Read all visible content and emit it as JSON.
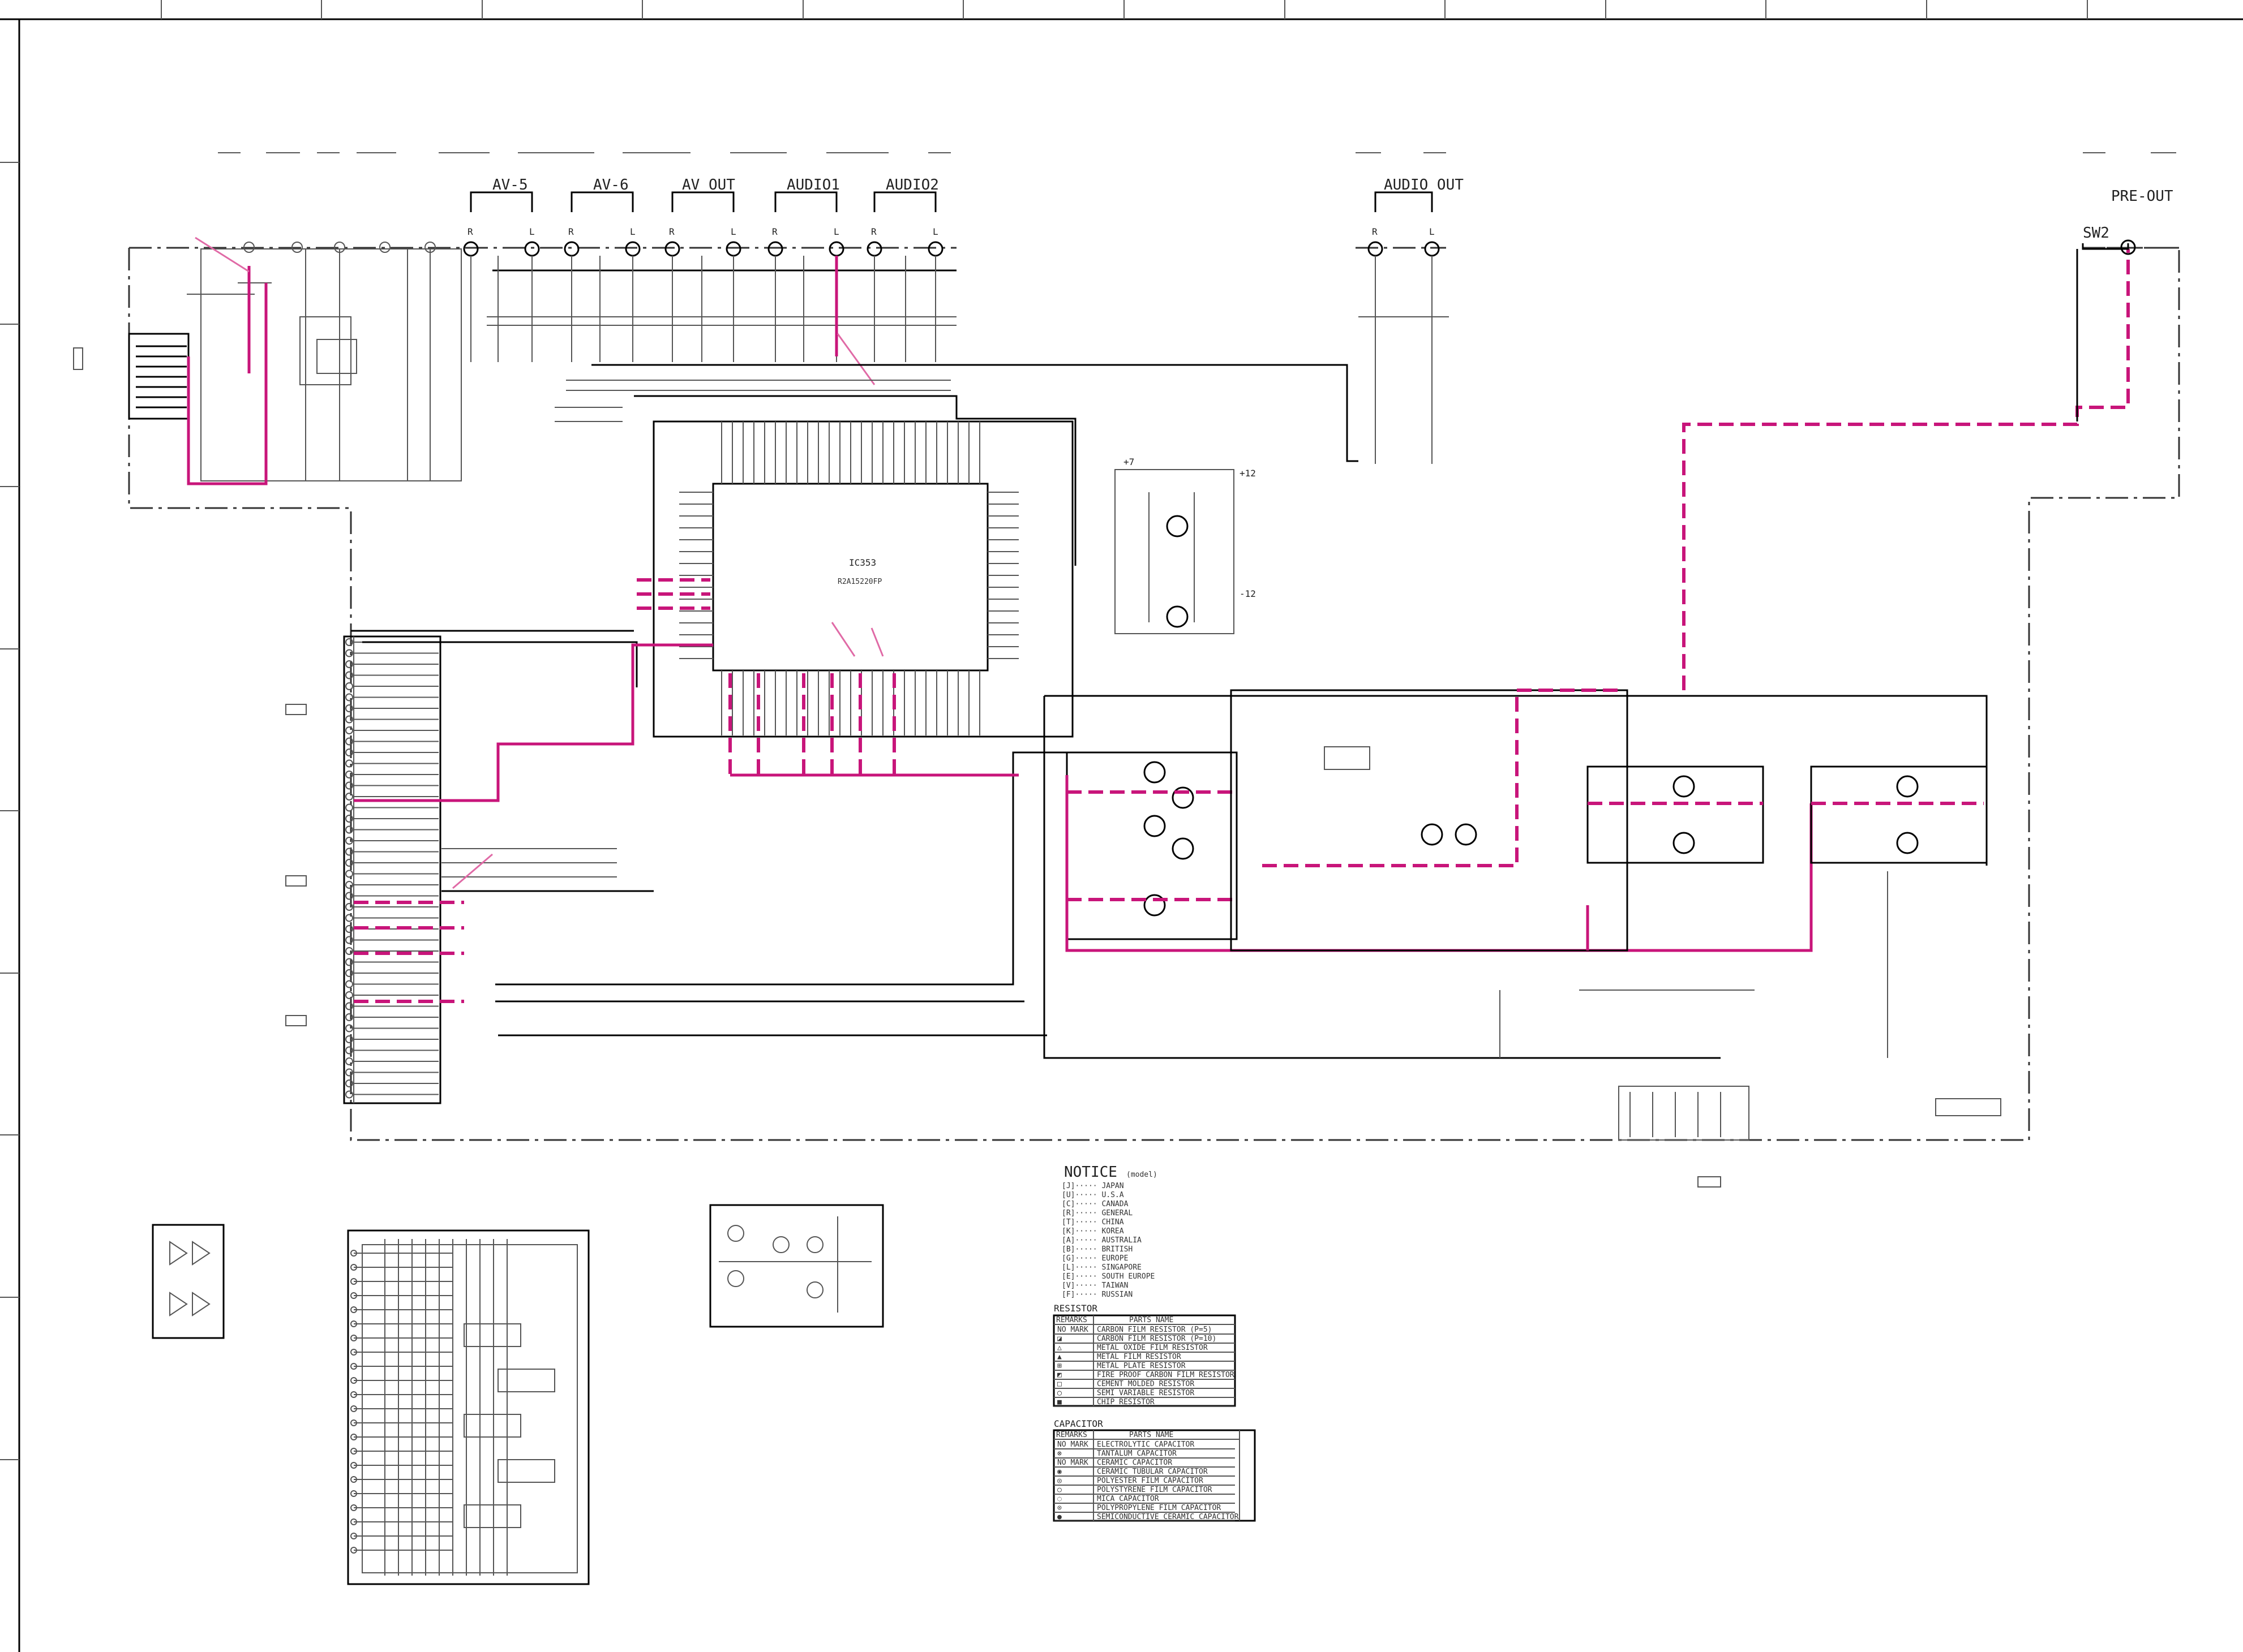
{
  "connectors": {
    "av5": "AV-5",
    "av6": "AV-6",
    "av_out": "AV OUT",
    "audio1": "AUDIO1",
    "audio2": "AUDIO2",
    "audio_out": "AUDIO OUT",
    "pre_out": "PRE-OUT",
    "pre_out_sub": "SW2",
    "r": "R",
    "l": "L"
  },
  "ic": {
    "name": "IC353",
    "part": "R2A15220FP"
  },
  "power": {
    "p12": "+12",
    "m12": "-12",
    "p7": "+7"
  },
  "notice": {
    "title": "NOTICE",
    "subtitle": "(model)",
    "items": [
      "[J]····· JAPAN",
      "[U]····· U.S.A",
      "[C]····· CANADA",
      "[R]····· GENERAL",
      "[T]····· CHINA",
      "[K]····· KOREA",
      "[A]····· AUSTRALIA",
      "[B]····· BRITISH",
      "[G]····· EUROPE",
      "[L]····· SINGAPORE",
      "[E]····· SOUTH EUROPE",
      "[V]····· TAIWAN",
      "[F]····· RUSSIAN"
    ]
  },
  "resistor": {
    "caption": "RESISTOR",
    "head_remarks": "REMARKS",
    "head_parts": "PARTS NAME",
    "rows": [
      {
        "mark": "NO MARK",
        "name": "CARBON FILM RESISTOR   (P=5)"
      },
      {
        "mark": "◪",
        "name": "CARBON FILM RESISTOR   (P=10)"
      },
      {
        "mark": "△",
        "name": "METAL OXIDE FILM RESISTOR"
      },
      {
        "mark": "▲",
        "name": "METAL FILM RESISTOR"
      },
      {
        "mark": "⊞",
        "name": "METAL PLATE RESISTOR"
      },
      {
        "mark": "◩",
        "name": "FIRE PROOF CARBON FILM RESISTOR"
      },
      {
        "mark": "□",
        "name": "CEMENT MOLDED RESISTOR"
      },
      {
        "mark": "◯",
        "name": "SEMI VARIABLE RESISTOR"
      },
      {
        "mark": "■",
        "name": "CHIP RESISTOR"
      }
    ]
  },
  "capacitor": {
    "caption": "CAPACITOR",
    "head_remarks": "REMARKS",
    "head_parts": "PARTS NAME",
    "rows": [
      {
        "mark": "NO MARK",
        "name": "ELECTROLYTIC CAPACITOR"
      },
      {
        "mark": "⊗",
        "name": "TANTALUM CAPACITOR"
      },
      {
        "mark": "NO MARK",
        "name": "CERAMIC CAPACITOR"
      },
      {
        "mark": "◉",
        "name": "CERAMIC TUBULAR CAPACITOR"
      },
      {
        "mark": "◎",
        "name": "POLYESTER FILM CAPACITOR"
      },
      {
        "mark": "○",
        "name": "POLYSTYRENE FILM CAPACITOR"
      },
      {
        "mark": "◌",
        "name": "MICA CAPACITOR"
      },
      {
        "mark": "⊙",
        "name": "POLYPROPYLENE FILM CAPACITOR"
      },
      {
        "mark": "●",
        "name": "SEMICONDUCTIVE CERAMIC CAPACITOR"
      }
    ]
  },
  "colors": {
    "signal": "#c8157a",
    "line": "#000000",
    "arrow": "#e06aa6"
  }
}
